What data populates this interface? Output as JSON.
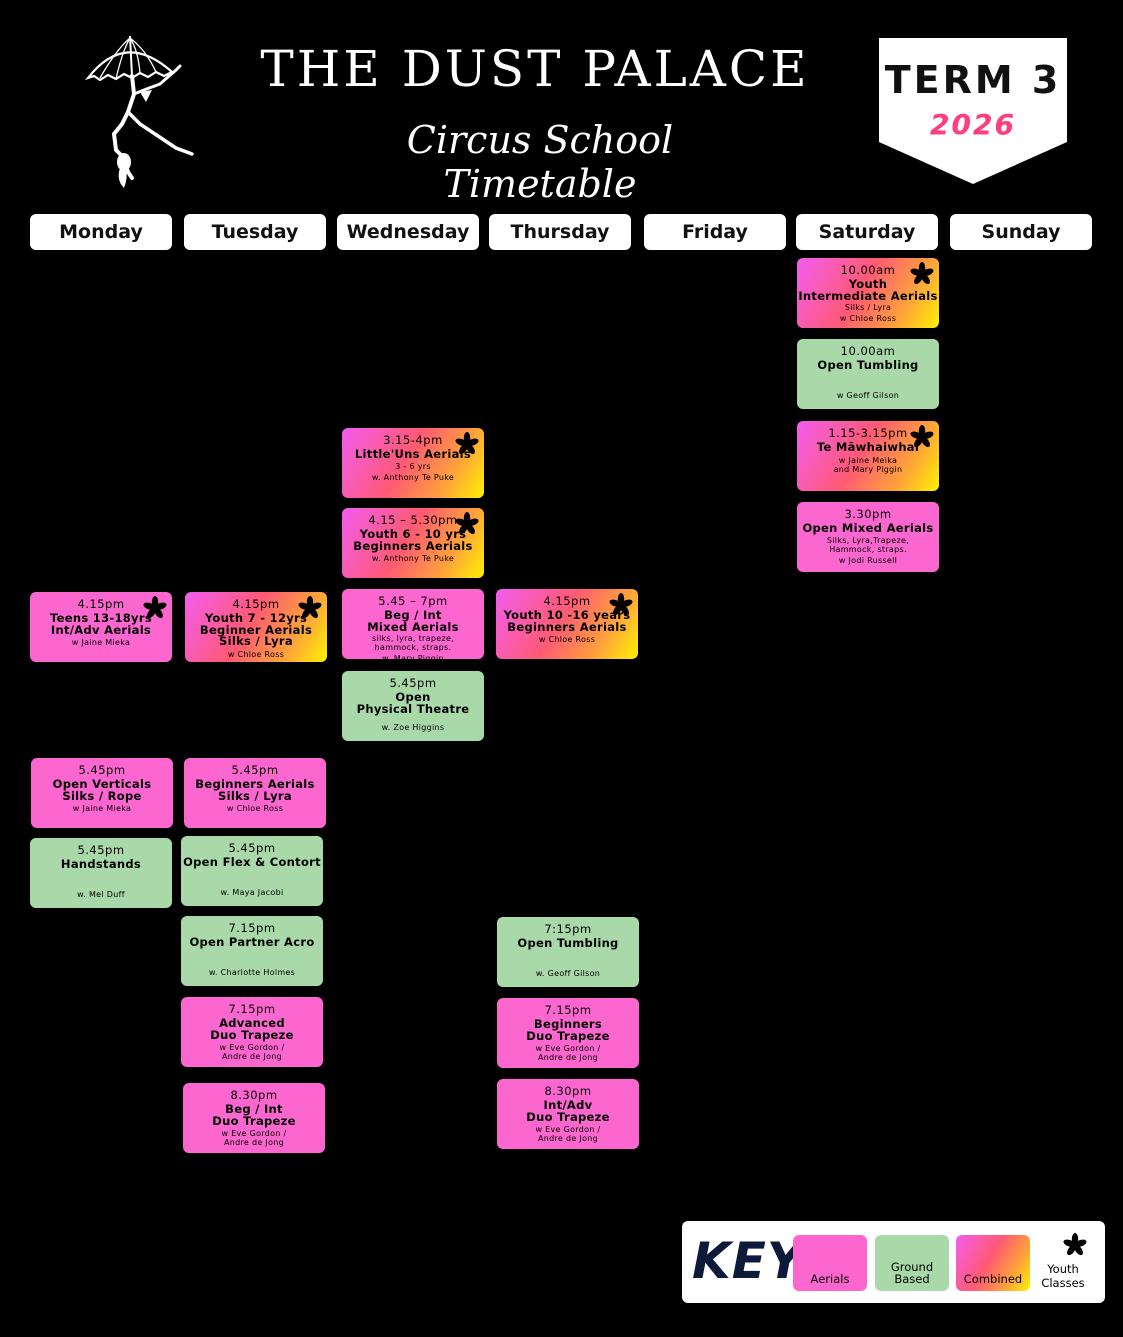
{
  "header": {
    "title": "THE DUST PALACE",
    "subtitle": "Circus School Timetable",
    "term": "TERM 3",
    "year": "2026"
  },
  "days": [
    "Monday",
    "Tuesday",
    "Wednesday",
    "Thursday",
    "Friday",
    "Saturday",
    "Sunday"
  ],
  "classes": [
    {
      "time": "10.00am",
      "title": "Youth\nIntermediate Aerials",
      "sub": "Silks / Lyra",
      "teacher": "w Chloe Ross",
      "type": "combined",
      "youth": true
    },
    {
      "time": "10.00am",
      "title": "Open Tumbling",
      "sub": "",
      "teacher": "w Geoff Gilson",
      "type": "ground",
      "youth": false
    },
    {
      "time": "1.15-3.15pm",
      "title": "Te Māwhaiwhai",
      "sub": "",
      "teacher": "w Jaine Meika\nand Mary Piggin",
      "type": "combined",
      "youth": true
    },
    {
      "time": "3.30pm",
      "title": "Open Mixed Aerials",
      "sub": "Silks, Lyra,Trapeze,\nHammock, straps.",
      "teacher": "w Jodi Russell",
      "type": "aerial",
      "youth": false
    },
    {
      "time": "3.15-4pm",
      "title": "Little'Uns Aerials",
      "sub": "3 - 6  yrs",
      "teacher": "w. Anthony Te Puke",
      "type": "combined",
      "youth": true
    },
    {
      "time": "4.15 – 5.30pm",
      "title": "Youth 6 - 10 yrs\nBeginners Aerials",
      "sub": "",
      "teacher": "w. Anthony Te Puke",
      "type": "combined",
      "youth": true
    },
    {
      "time": "4.15pm",
      "title": "Teens 13-18yrs\nInt/Adv Aerials",
      "sub": "",
      "teacher": "w Jaine Mieka",
      "type": "aerial",
      "youth": true
    },
    {
      "time": "4.15pm",
      "title": "Youth 7 - 12yrs\nBeginner Aerials\nSilks / Lyra",
      "sub": "",
      "teacher": "w Chloe Ross",
      "type": "combined",
      "youth": true
    },
    {
      "time": "5.45 – 7pm",
      "title": "Beg / Int\nMixed Aerials",
      "sub": "silks, lyra, trapeze,\nhammock, straps.",
      "teacher": "w. Mary Piggin",
      "type": "aerial",
      "youth": false
    },
    {
      "time": "4.15pm",
      "title": "Youth 10 -16 years\nBeginners Aerials",
      "sub": "",
      "teacher": "w Chloe Ross",
      "type": "combined",
      "youth": true
    },
    {
      "time": "5.45pm",
      "title": "Open\nPhysical Theatre",
      "sub": "",
      "teacher": "w. Zoe Higgins",
      "type": "ground",
      "youth": false
    },
    {
      "time": "5.45pm",
      "title": "Open Verticals\nSilks / Rope",
      "sub": "",
      "teacher": "w Jaine Mieka",
      "type": "aerial",
      "youth": false
    },
    {
      "time": "5.45pm",
      "title": "Beginners Aerials\nSilks / Lyra",
      "sub": "",
      "teacher": "w Chloe Ross",
      "type": "aerial",
      "youth": false
    },
    {
      "time": "5.45pm",
      "title": "Handstands",
      "sub": "",
      "teacher": "w. Mel Duff",
      "type": "ground",
      "youth": false
    },
    {
      "time": "5.45pm",
      "title": "Open Flex & Contort",
      "sub": "",
      "teacher": "w. Maya Jacobi",
      "type": "ground",
      "youth": false
    },
    {
      "time": "7.15pm",
      "title": "Open Partner Acro",
      "sub": "",
      "teacher": "w. Charlotte Holmes",
      "type": "ground",
      "youth": false
    },
    {
      "time": "7:15pm",
      "title": "Open Tumbling",
      "sub": "",
      "teacher": "w. Geoff Gilson",
      "type": "ground",
      "youth": false
    },
    {
      "time": "7.15pm",
      "title": "Advanced\nDuo Trapeze",
      "sub": "",
      "teacher": "w Eve Gordon /\nAndre de Jong",
      "type": "aerial",
      "youth": false
    },
    {
      "time": "7.15pm",
      "title": "Beginners\nDuo Trapeze",
      "sub": "",
      "teacher": "w Eve Gordon /\nAndre de Jong",
      "type": "aerial",
      "youth": false
    },
    {
      "time": "8.30pm",
      "title": "Beg / Int\nDuo Trapeze",
      "sub": "",
      "teacher": "w Eve Gordon /\nAndre de Jong",
      "type": "aerial",
      "youth": false
    },
    {
      "time": "8.30pm",
      "title": "Int/Adv\nDuo Trapeze",
      "sub": "",
      "teacher": "w Eve Gordon /\nAndre de Jong",
      "type": "aerial",
      "youth": false
    }
  ],
  "key": {
    "title": "KEY",
    "aerials": "Aerials",
    "ground": "Ground\nBased",
    "combined": "Combined",
    "youth": "Youth\nClasses"
  },
  "colors": {
    "aerials": "#fb66cf",
    "ground": "#a9d8a9",
    "combined_start": "#f25df0",
    "combined_end": "#fff200",
    "year": "#ff3f7d"
  }
}
